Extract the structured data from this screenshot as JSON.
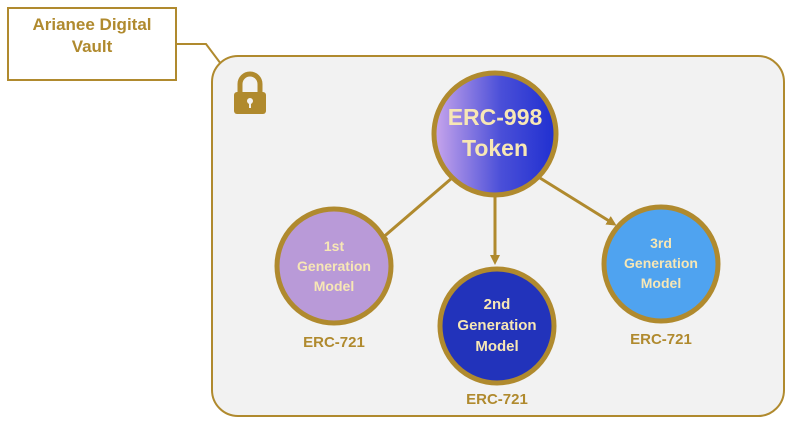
{
  "vault": {
    "title_line1": "Arianee Digital",
    "title_line2": "Vault",
    "icon": "lock-icon"
  },
  "root": {
    "line1": "ERC-998",
    "line2": "Token"
  },
  "children": [
    {
      "line1": "1st",
      "line2": "Generation",
      "line3": "Model",
      "standard": "ERC-721"
    },
    {
      "line1": "2nd",
      "line2": "Generation",
      "line3": "Model",
      "standard": "ERC-721"
    },
    {
      "line1": "3rd",
      "line2": "Generation",
      "line3": "Model",
      "standard": "ERC-721"
    }
  ],
  "colors": {
    "gold": "#b08a2e",
    "vault_bg": "#f2f2f2",
    "child1": "#b99ad8",
    "child2": "#2233bb",
    "child3": "#4fa3f0",
    "root_start": "#c9a6ec",
    "root_end": "#1f2fd0",
    "text_light": "#f7e7b5"
  }
}
